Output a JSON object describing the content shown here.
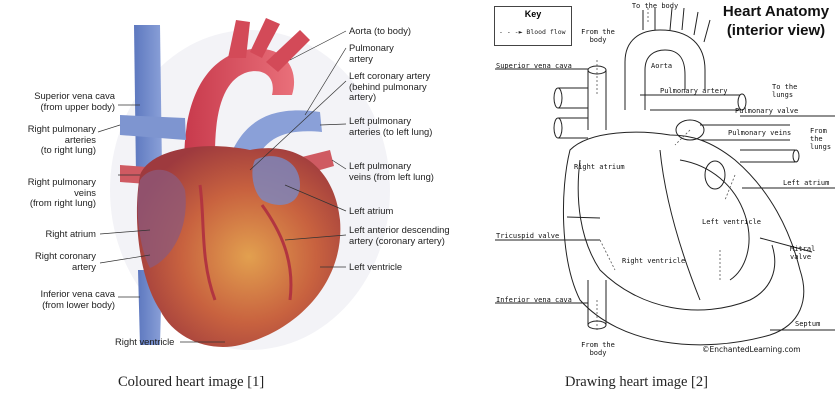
{
  "left_diagram": {
    "labels": {
      "aorta": "Aorta (to body)",
      "pulmonary_artery": "Pulmonary\nartery",
      "left_coronary_artery": "Left coronary artery\n(behind pulmonary\nartery)",
      "left_pulmonary_arteries": "Left pulmonary\narteries (to left lung)",
      "left_pulmonary_veins": "Left pulmonary\nveins (from left lung)",
      "left_atrium": "Left atrium",
      "left_anterior_descending": "Left anterior descending\nartery (coronary artery)",
      "left_ventricle": "Left ventricle",
      "superior_vena_cava": "Superior vena cava\n(from upper body)",
      "right_pulmonary_arteries": "Right pulmonary\narteries\n(to right lung)",
      "right_pulmonary_veins": "Right pulmonary\nveins\n(from right lung)",
      "right_atrium": "Right atrium",
      "right_coronary_artery": "Right coronary\nartery",
      "inferior_vena_cava": "Inferior vena cava\n(from lower body)",
      "right_ventricle": "Right ventricle"
    },
    "caption": "Coloured heart image [1]"
  },
  "right_diagram": {
    "title_line1": "Heart Anatomy",
    "title_line2": "(interior view)",
    "key": {
      "title": "Key",
      "item": "Blood flow"
    },
    "labels": {
      "to_the_body": "To the body",
      "from_the_body_top": "From the\nbody",
      "superior_vena_cava": "Superior vena cava",
      "aorta": "Aorta",
      "pulmonary_artery": "Pulmonary artery",
      "to_the_lungs": "To the\nlungs",
      "pulmonary_valve": "Pulmonary valve",
      "pulmonary_veins": "Pulmonary veins",
      "from_the_lungs": "From\nthe\nlungs",
      "right_atrium": "Right atrium",
      "left_atrium": "Left atrium",
      "tricuspid_valve": "Tricuspid valve",
      "left_ventricle": "Left ventricle",
      "mitral_valve": "Mitral valve",
      "right_ventricle": "Right ventricle",
      "inferior_vena_cava": "Inferior vena cava",
      "septum": "Septum",
      "from_the_body_bottom": "From the\nbody"
    },
    "copyright": "©EnchantedLearning.com",
    "caption": "Drawing heart image [2]"
  },
  "colors": {
    "aorta_red": "#d9475a",
    "vein_blue": "#6f88c8",
    "muscle_orange": "#d98a4e",
    "ventricle_red": "#b9474d"
  }
}
